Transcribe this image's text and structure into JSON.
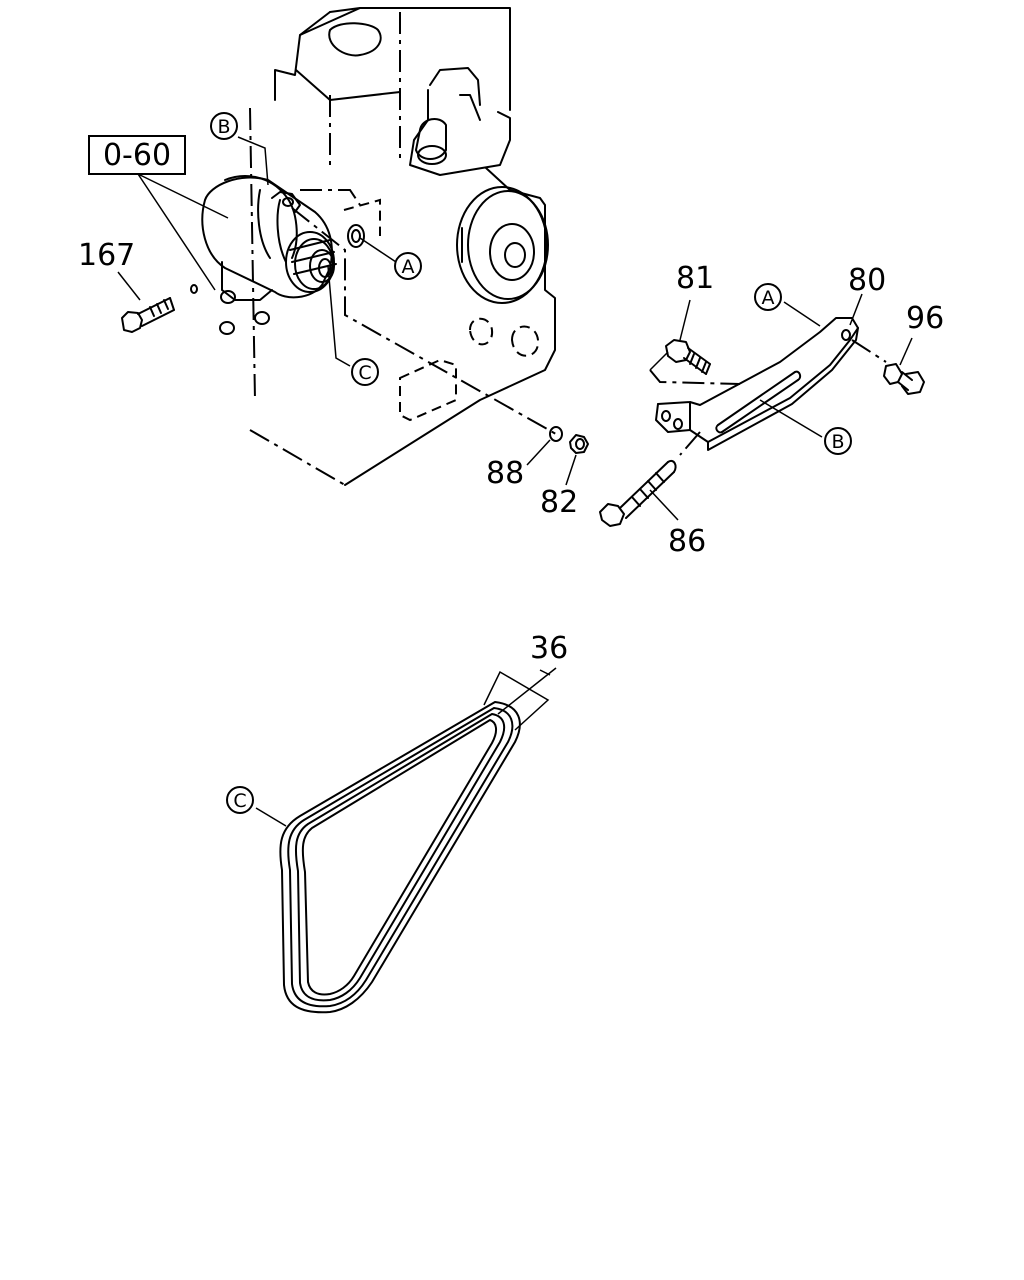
{
  "group_ref": "0-60",
  "part_numbers": {
    "p167": "167",
    "p81": "81",
    "p80": "80",
    "p96": "96",
    "p88": "88",
    "p82": "82",
    "p86": "86",
    "p36": "36"
  },
  "reference_markers": {
    "a": "A",
    "b": "B",
    "c": "C"
  }
}
